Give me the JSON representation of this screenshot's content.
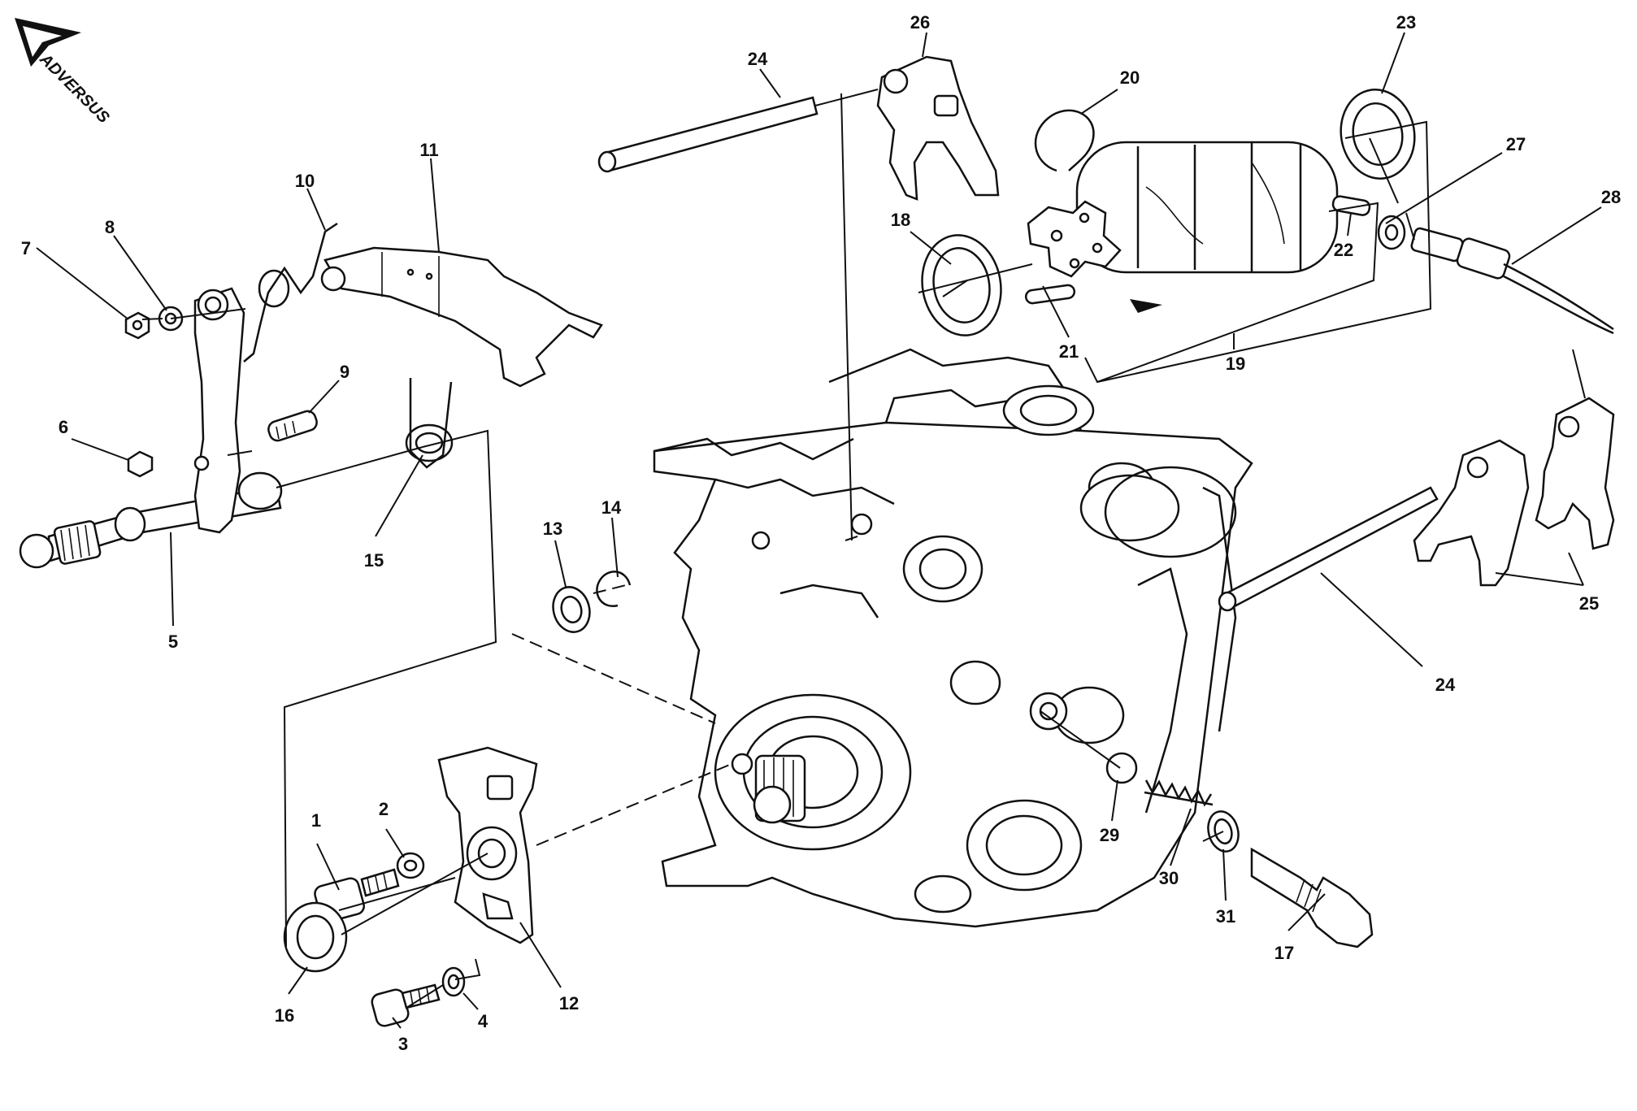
{
  "brand": {
    "logo_text": "ADVERSUS"
  },
  "callouts": [
    {
      "id": "1",
      "label": "1"
    },
    {
      "id": "2",
      "label": "2"
    },
    {
      "id": "3",
      "label": "3"
    },
    {
      "id": "4",
      "label": "4"
    },
    {
      "id": "5",
      "label": "5"
    },
    {
      "id": "6",
      "label": "6"
    },
    {
      "id": "7",
      "label": "7"
    },
    {
      "id": "8",
      "label": "8"
    },
    {
      "id": "9",
      "label": "9"
    },
    {
      "id": "10",
      "label": "10"
    },
    {
      "id": "11",
      "label": "11"
    },
    {
      "id": "12",
      "label": "12"
    },
    {
      "id": "13",
      "label": "13"
    },
    {
      "id": "14",
      "label": "14"
    },
    {
      "id": "15",
      "label": "15"
    },
    {
      "id": "16",
      "label": "16"
    },
    {
      "id": "17",
      "label": "17"
    },
    {
      "id": "18",
      "label": "18"
    },
    {
      "id": "19",
      "label": "19"
    },
    {
      "id": "20",
      "label": "20"
    },
    {
      "id": "21",
      "label": "21"
    },
    {
      "id": "22",
      "label": "22"
    },
    {
      "id": "23",
      "label": "23"
    },
    {
      "id": "24a",
      "label": "24"
    },
    {
      "id": "24b",
      "label": "24"
    },
    {
      "id": "25",
      "label": "25"
    },
    {
      "id": "26",
      "label": "26"
    },
    {
      "id": "27",
      "label": "27"
    },
    {
      "id": "28",
      "label": "28"
    },
    {
      "id": "29",
      "label": "29"
    },
    {
      "id": "30",
      "label": "30"
    },
    {
      "id": "31",
      "label": "31"
    }
  ]
}
